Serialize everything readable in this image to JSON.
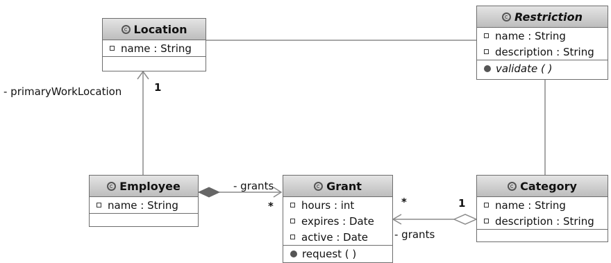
{
  "classes": {
    "location": {
      "name": "Location",
      "attributes": [
        "name : String"
      ]
    },
    "restriction": {
      "name": "Restriction",
      "attributes": [
        "name : String",
        "description : String"
      ],
      "operations": [
        "validate ( )"
      ]
    },
    "employee": {
      "name": "Employee",
      "attributes": [
        "name : String"
      ]
    },
    "grant": {
      "name": "Grant",
      "attributes": [
        "hours : int",
        "expires : Date",
        "active : Date"
      ],
      "operations": [
        "request ( )"
      ]
    },
    "category": {
      "name": "Category",
      "attributes": [
        "name : String",
        "description : String"
      ]
    }
  },
  "labels": {
    "primary_work_location": "- primaryWorkLocation",
    "location_multiplicity": "1",
    "employee_grants_role": "- grants",
    "employee_grants_multiplicity": "*",
    "category_grants_role": "- grants",
    "category_grants_grant_multiplicity": "*",
    "category_grants_category_multiplicity": "1"
  },
  "colors": {
    "border": "#6d6d6d",
    "header_top": "#e4e4e4",
    "header_bottom": "#bdbdbd",
    "line": "#8a8a8a"
  }
}
